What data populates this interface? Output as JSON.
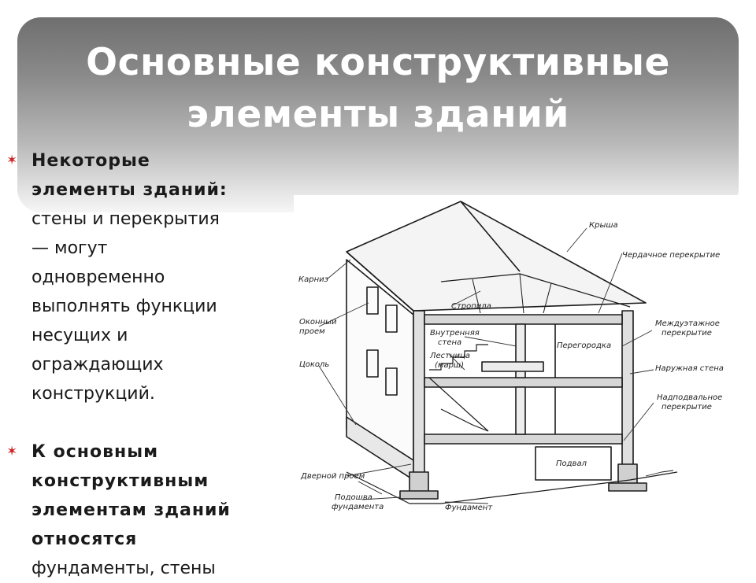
{
  "slide": {
    "title_line_1": "Основные конструктивные",
    "title_line_2": "элементы зданий",
    "bullet_icon": "star-icon",
    "bullet_color": "#cc1f1f",
    "bullet_1": {
      "line_1": "Некоторые",
      "line_2": "элементы зданий:",
      "line_3": "стены и перекрытия",
      "line_4": "— могут",
      "line_5": "одновременно",
      "line_6": "выполнять функции",
      "line_7": "несущих и",
      "line_8": "ограждающих",
      "line_9": "конструкций."
    },
    "bullet_2": {
      "line_1": "К основным",
      "line_2": "конструктивным",
      "line_3": "элементам зданий",
      "line_4": "относятся",
      "line_5": "фундаменты, стены"
    }
  },
  "diagram": {
    "labels": {
      "roof": "Крыша",
      "attic_floor": "Чердачное перекрытие",
      "cornice": "Карниз",
      "rafters": "Стропила",
      "window_opening_1": "Оконный",
      "window_opening_2": "проем",
      "inner_wall_1": "Внутренняя",
      "inner_wall_2": "стена",
      "partition": "Перегородка",
      "interfloor_1": "Междуэтажное",
      "interfloor_2": "перекрытие",
      "plinth": "Цоколь",
      "stairs_1": "Лестница",
      "stairs_2": "(марш)",
      "outer_wall": "Наружная стена",
      "basement_ceiling_1": "Надподвальное",
      "basement_ceiling_2": "перекрытие",
      "basement": "Подвал",
      "door_opening": "Дверной проем",
      "footing_1": "Подошва",
      "footing_2": "фундамента",
      "foundation": "Фундамент"
    }
  }
}
